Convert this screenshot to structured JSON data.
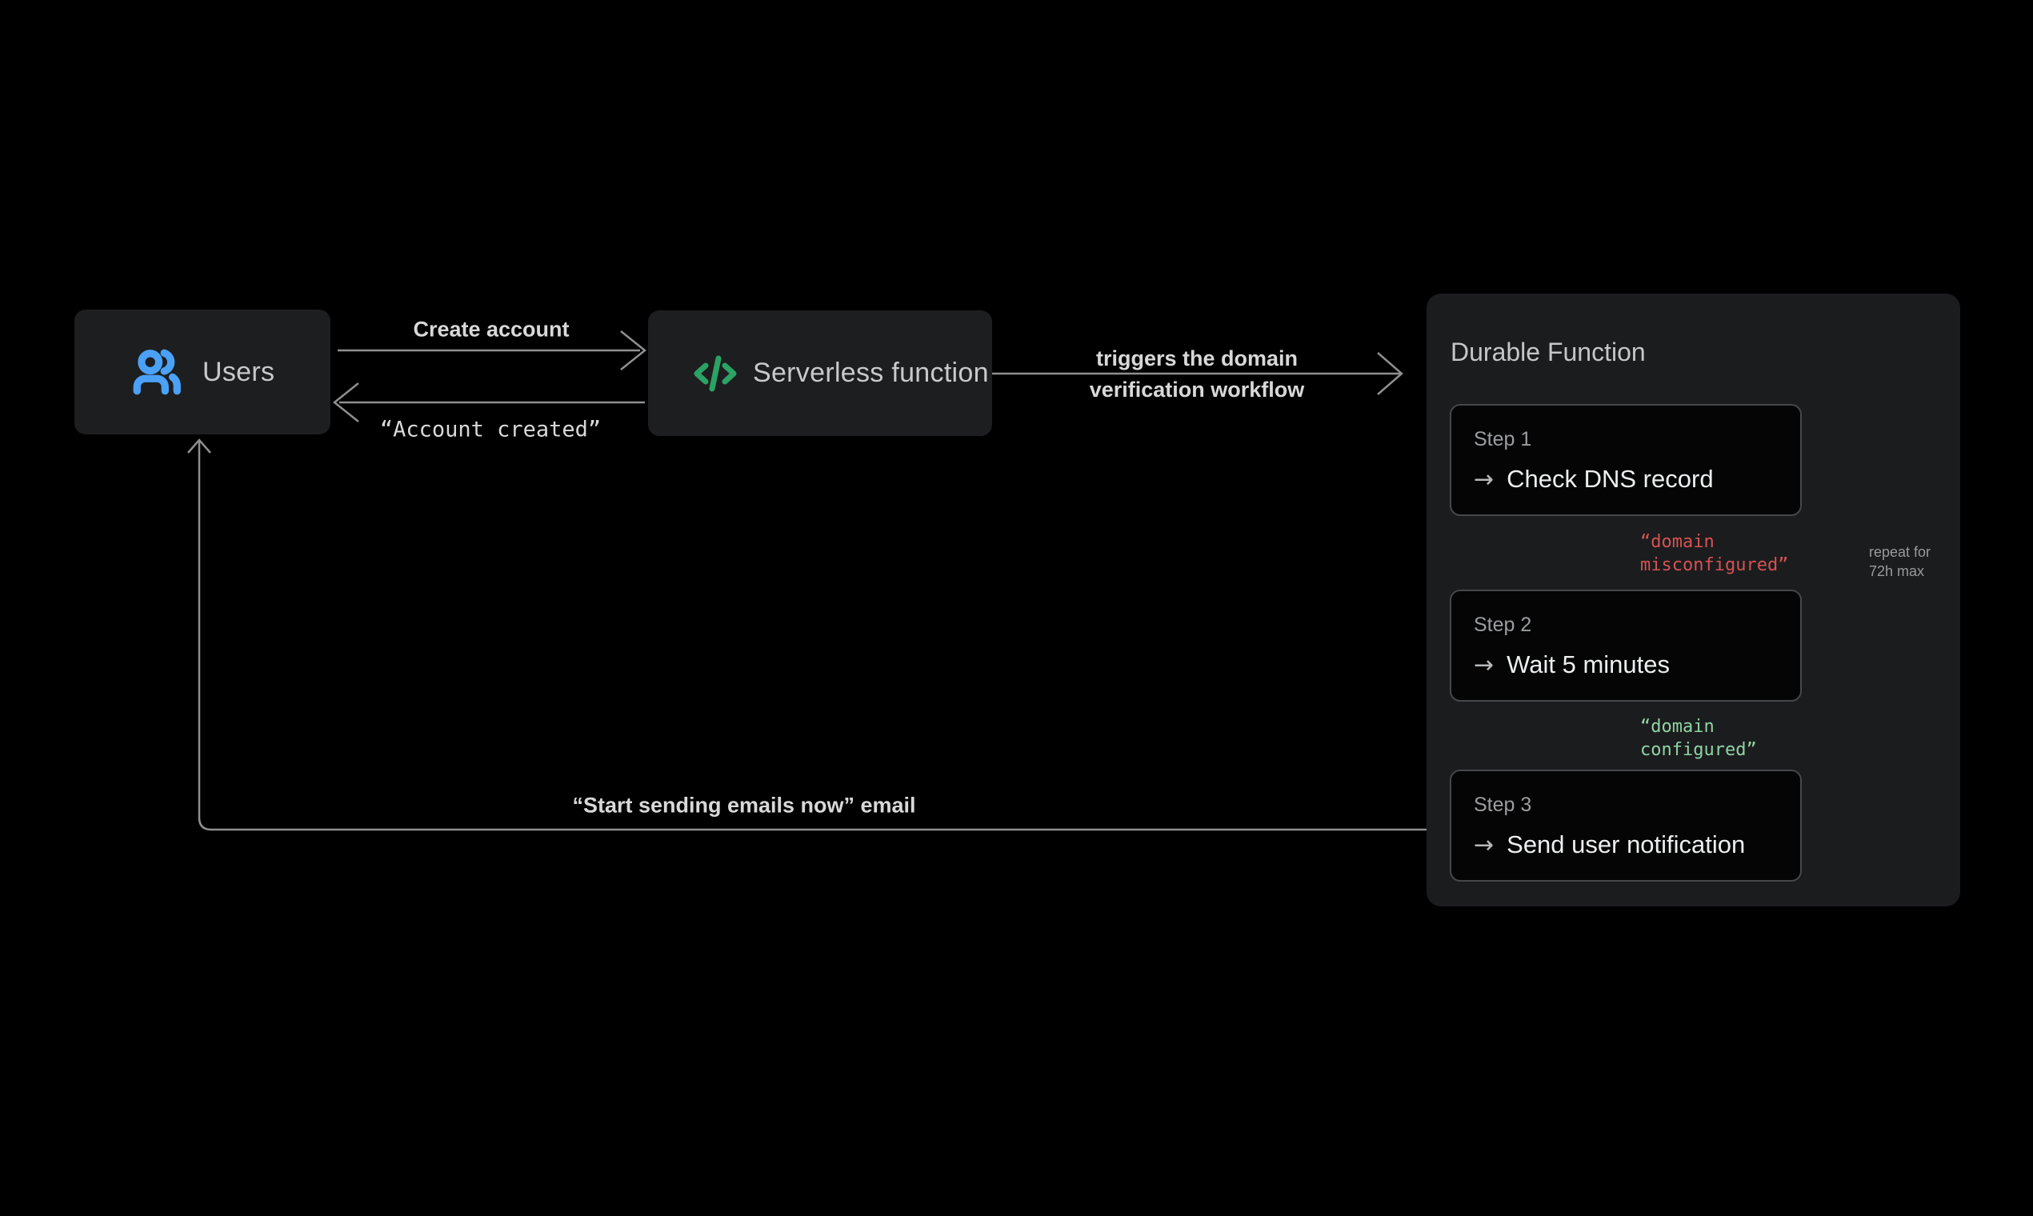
{
  "canvas": {
    "background": "#000000"
  },
  "nodes": {
    "users": {
      "label": "Users",
      "icon": "users-icon"
    },
    "serverless": {
      "label": "Serverless function",
      "icon": "code-icon"
    }
  },
  "durable": {
    "title": "Durable Function",
    "steps": [
      {
        "name": "Step 1",
        "action": "Check DNS record"
      },
      {
        "name": "Step 2",
        "action": "Wait 5 minutes"
      },
      {
        "name": "Step 3",
        "action": "Send user notification"
      }
    ]
  },
  "edges": {
    "create_account": {
      "label": "Create account"
    },
    "account_created": {
      "label": "“Account created”"
    },
    "trigger": {
      "label_line1": "triggers the domain",
      "label_line2": "verification workflow"
    },
    "domain_misconfigured": {
      "label_line1": "“domain",
      "label_line2": "misconfigured”"
    },
    "domain_configured": {
      "label_line1": "“domain",
      "label_line2": "configured”"
    },
    "repeat_loop": {
      "label_line1": "repeat for",
      "label_line2": "72h max"
    },
    "notify_email": {
      "label": "“Start sending emails now” email"
    }
  },
  "glyphs": {
    "step_arrow": "→"
  },
  "colors": {
    "background": "#000000",
    "node_fill": "#1d1e1f",
    "panel_fill": "#1b1c1e",
    "step_fill": "#050505",
    "step_border": "#45474a",
    "wire": "#8f8f8f",
    "label_text": "#d8d8d8",
    "node_text": "#c7c9ca",
    "error_red": "#d65252",
    "success_green": "#90d4a4",
    "users_blue": "#4aa1f7",
    "code_green": "#2aa364"
  }
}
